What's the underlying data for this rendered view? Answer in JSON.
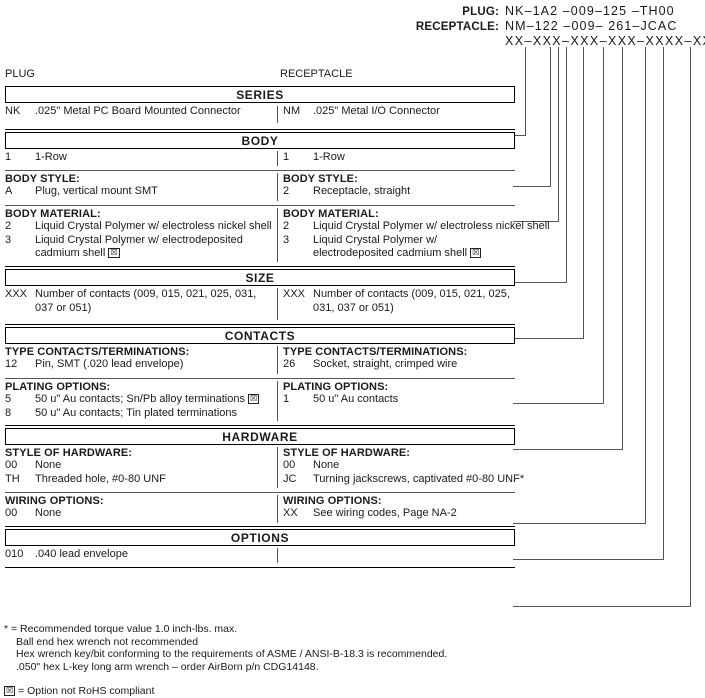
{
  "header": {
    "plug_label": "PLUG:",
    "plug_value": "NK–1A2 –009–125 –TH00",
    "receptacle_label": "RECEPTACLE:",
    "receptacle_value": "NM–122 –009– 261–JCAC",
    "mask_value": "XX–XXX–XXX–XXX–XXXX–XXX"
  },
  "columns": {
    "plug": "PLUG",
    "receptacle": "RECEPTACLE"
  },
  "sections": {
    "series": {
      "title": "SERIES",
      "plug": {
        "code": "NK",
        "text": ".025\" Metal PC Board Mounted Connector"
      },
      "receptacle": {
        "code": "NM",
        "text": ".025\" Metal I/O Connector"
      }
    },
    "body": {
      "title": "BODY",
      "rows": [
        {
          "label": "",
          "plug": [
            {
              "code": "1",
              "text": "1-Row"
            }
          ],
          "receptacle": [
            {
              "code": "1",
              "text": "1-Row"
            }
          ]
        },
        {
          "label": "BODY STYLE:",
          "plug": [
            {
              "code": "A",
              "text": "Plug, vertical mount SMT"
            }
          ],
          "receptacle": [
            {
              "code": "2",
              "text": "Receptacle, straight"
            }
          ]
        },
        {
          "label": "BODY MATERIAL:",
          "plug": [
            {
              "code": "2",
              "text": "Liquid Crystal Polymer w/ electroless nickel shell"
            },
            {
              "code": "3",
              "text": "Liquid Crystal Polymer w/ electrodeposited cadmium shell",
              "rohs": true
            }
          ],
          "receptacle": [
            {
              "code": "2",
              "text": "Liquid Crystal Polymer w/ electroless nickel shell"
            },
            {
              "code": "3",
              "text": "Liquid Crystal Polymer w/ electrodeposited cadmium shell",
              "rohs": true
            }
          ]
        }
      ]
    },
    "size": {
      "title": "SIZE",
      "plug": {
        "code": "XXX",
        "text": "Number of contacts (009, 015, 021, 025, 031, 037 or 051)"
      },
      "receptacle": {
        "code": "XXX",
        "text": "Number of contacts (009, 015, 021, 025, 031, 037 or 051)"
      }
    },
    "contacts": {
      "title": "CONTACTS",
      "rows": [
        {
          "label": "TYPE CONTACTS/TERMINATIONS:",
          "plug": [
            {
              "code": "12",
              "text": "Pin, SMT (.020 lead envelope)"
            }
          ],
          "receptacle": [
            {
              "code": "26",
              "text": "Socket, straight, crimped wire"
            }
          ]
        },
        {
          "label": "PLATING OPTIONS:",
          "plug": [
            {
              "code": "5",
              "text": "50 u\" Au contacts; Sn/Pb alloy terminations",
              "rohs": true
            },
            {
              "code": "8",
              "text": "50 u\" Au contacts; Tin plated terminations"
            }
          ],
          "receptacle": [
            {
              "code": "1",
              "text": "50 u\" Au contacts"
            }
          ]
        }
      ]
    },
    "hardware": {
      "title": "HARDWARE",
      "rows": [
        {
          "label": "STYLE OF HARDWARE:",
          "plug": [
            {
              "code": "00",
              "text": "None"
            },
            {
              "code": "TH",
              "text": "Threaded hole, #0-80 UNF"
            }
          ],
          "receptacle": [
            {
              "code": "00",
              "text": "None"
            },
            {
              "code": "JC",
              "text": "Turning jackscrews, captivated #0-80 UNF*"
            }
          ]
        },
        {
          "label": "WIRING OPTIONS:",
          "plug": [
            {
              "code": "00",
              "text": "None"
            }
          ],
          "receptacle": [
            {
              "code": "XX",
              "text": "See wiring codes, Page NA-2"
            }
          ]
        }
      ]
    },
    "options": {
      "title": "OPTIONS",
      "plug": {
        "code": "010",
        "text": ".040 lead envelope"
      },
      "receptacle": {
        "code": "",
        "text": ""
      }
    }
  },
  "footnotes": {
    "line1": "* = Recommended torque value 1.0 inch-lbs. max.",
    "line2": "Ball end hex wrench not recommended",
    "line3": "Hex wrench key/bit conforming to the requirements of ASME / ANSI-B-18.3 is recommended.",
    "line4": ".050\" hex L-key long arm wrench – order AirBorn p/n CDG14148.",
    "rohs_note": "= Option not RoHS compliant",
    "rohs_symbol": "X"
  }
}
